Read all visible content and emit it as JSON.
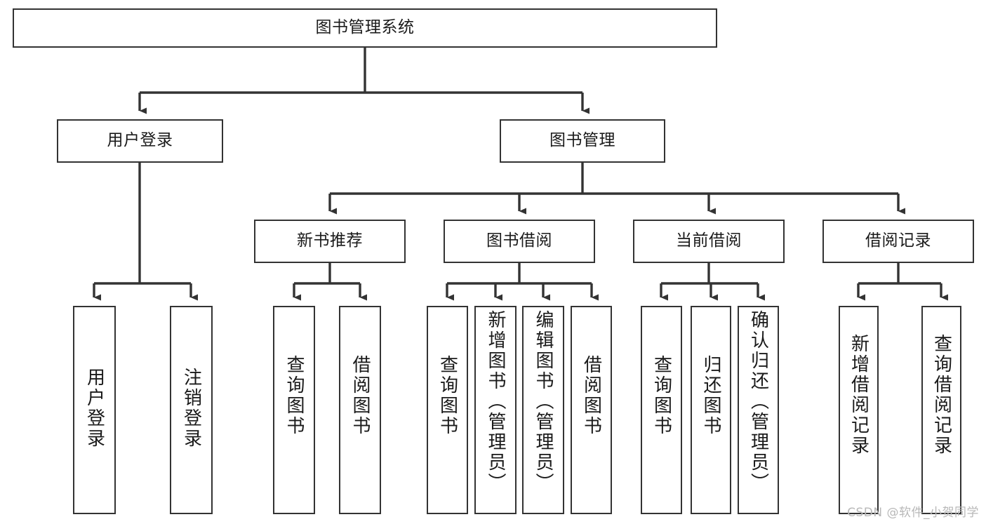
{
  "diagram": {
    "type": "tree-hierarchy-chart",
    "title": "图书管理系统",
    "line_color": "#333333",
    "box_fill": "#ffffff",
    "text_color": "#1a1a1a",
    "levels": {
      "root": {
        "label": "图书管理系统"
      },
      "level2": [
        {
          "label": "用户登录"
        },
        {
          "label": "图书管理"
        }
      ],
      "level3": [
        {
          "label": "新书推荐"
        },
        {
          "label": "图书借阅"
        },
        {
          "label": "当前借阅"
        },
        {
          "label": "借阅记录"
        }
      ],
      "leaves": [
        {
          "label": "用户登录",
          "parent": "用户登录"
        },
        {
          "label": "注销登录",
          "parent": "用户登录"
        },
        {
          "label": "查询图书",
          "parent": "新书推荐"
        },
        {
          "label": "借阅图书",
          "parent": "新书推荐"
        },
        {
          "label": "查询图书",
          "parent": "图书借阅"
        },
        {
          "label": "新增图书（管理员）",
          "parent": "图书借阅"
        },
        {
          "label": "编辑图书（管理员）",
          "parent": "图书借阅"
        },
        {
          "label": "借阅图书",
          "parent": "图书借阅"
        },
        {
          "label": "查询图书",
          "parent": "当前借阅"
        },
        {
          "label": "归还图书",
          "parent": "当前借阅"
        },
        {
          "label": "确认归还（管理员）",
          "parent": "当前借阅"
        },
        {
          "label": "新增借阅记录",
          "parent": "借阅记录"
        },
        {
          "label": "查询借阅记录",
          "parent": "借阅记录"
        }
      ]
    }
  },
  "watermark": {
    "text": "CSDN @软件_小贺同学"
  }
}
